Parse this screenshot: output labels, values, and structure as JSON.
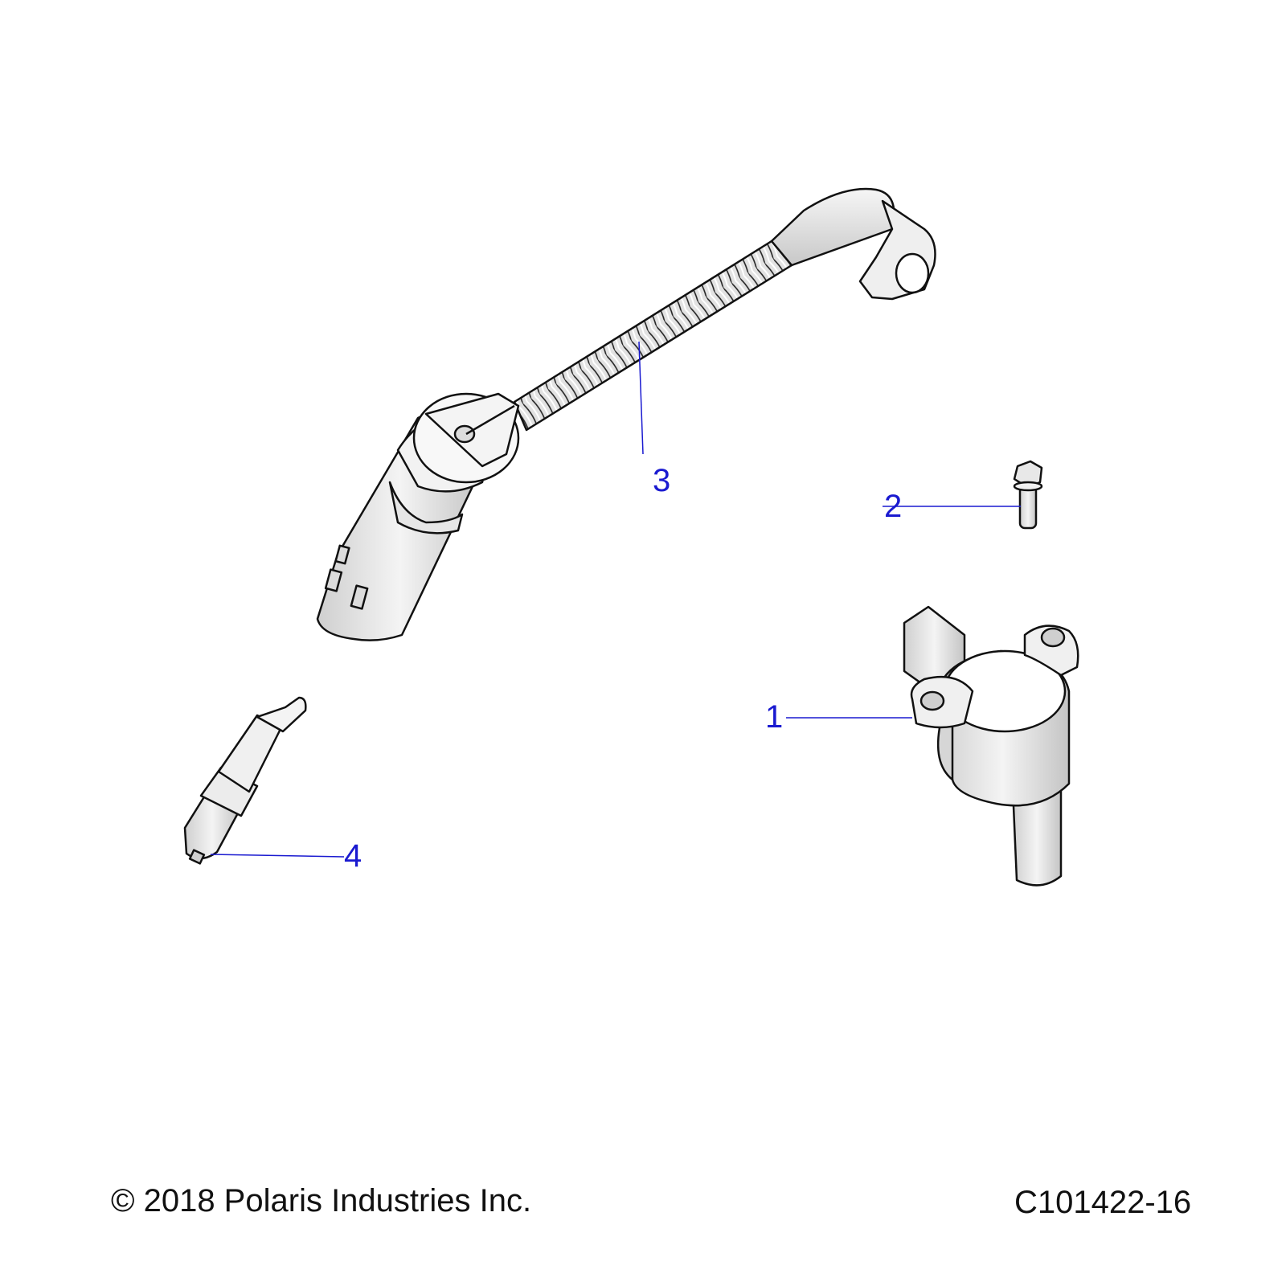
{
  "diagram": {
    "type": "exploded-parts-view",
    "callout_color": "#1a1ad0",
    "parts": [
      {
        "number": "1",
        "label": "1",
        "description": "ignition-coil"
      },
      {
        "number": "2",
        "label": "2",
        "description": "flange-bolt"
      },
      {
        "number": "3",
        "label": "3",
        "description": "spark-plug-wire-boot"
      },
      {
        "number": "4",
        "label": "4",
        "description": "spark-plug"
      }
    ]
  },
  "footer": {
    "copyright": "© 2018 Polaris Industries Inc.",
    "drawing_id": "C101422-16"
  }
}
